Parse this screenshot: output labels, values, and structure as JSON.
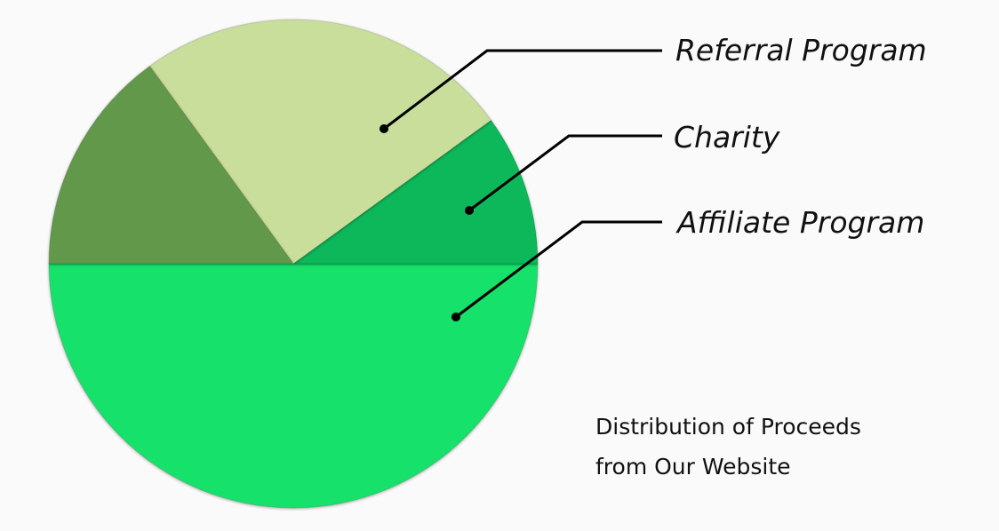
{
  "chart_data": {
    "type": "pie",
    "title": "Distribution of Proceeds from Our Website",
    "title_lines": [
      "Distribution of Proceeds",
      "from Our Website"
    ],
    "slices": [
      {
        "label": "Affiliate Program",
        "value": 50,
        "color": "#17e16b"
      },
      {
        "label": "Charity",
        "value": 10,
        "color": "#07b85a"
      },
      {
        "label": "Referral Program",
        "value": 25,
        "color": "#c9de9b"
      },
      {
        "label": "",
        "value": 15,
        "color": "#62984a"
      }
    ],
    "start_angle_deg": 180,
    "direction": "counterclockwise-from-left-through-bottom"
  }
}
